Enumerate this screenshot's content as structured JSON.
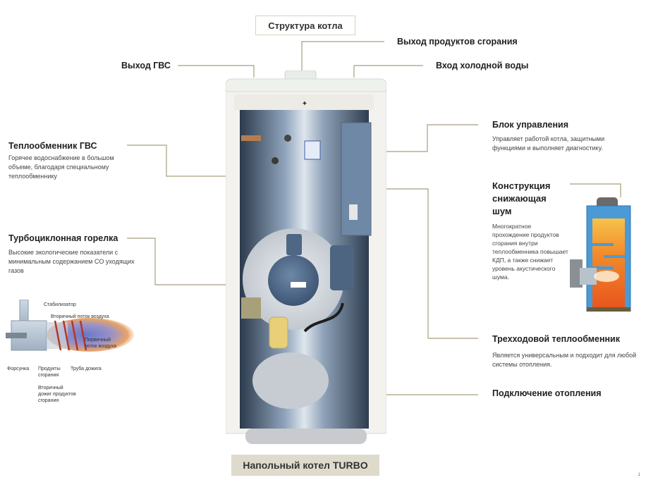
{
  "title": "Структура котла",
  "product_label": "Напольный котел TURBO",
  "colors": {
    "leader_line": "#a69f7d",
    "bottom_banner": "#dedbcd",
    "title_border": "#d8d2bf"
  },
  "top_labels": {
    "hot_water_out": "Выход ГВС",
    "flue_out": "Выход продуктов сгорания",
    "cold_water_in": "Вход холодной воды"
  },
  "left_callouts": [
    {
      "title": "Теплообменник ГВС",
      "desc_lines": [
        "Горячее водоснабжение в большом",
        "объеме, благодаря специальному",
        "теплообменнику"
      ]
    },
    {
      "title": "Турбоциклонная горелка",
      "desc_lines": [
        "Высокие экологические показатели с",
        "минимальным содержанием CO уходящих",
        "газов"
      ]
    }
  ],
  "right_callouts": [
    {
      "title": "Блок управления",
      "desc_lines": [
        "Управляет работой котла, защитными",
        "функциями и выполняет диагностику."
      ]
    },
    {
      "title_lines": [
        "Конструкция",
        "снижающая",
        "шум"
      ],
      "desc_lines": [
        "Многократное",
        "прохождение продуктов",
        "сгорания внутри",
        "теплообменника повышает",
        "КДП, а также снижает",
        "уровень акустического",
        "шума."
      ]
    },
    {
      "title": "Трехходовой теплообменник",
      "desc_lines": [
        "Является универсальным и подходит для любой",
        "системы отопления."
      ]
    },
    {
      "title": "Подключение отопления"
    }
  ],
  "burner_diagram": {
    "stabilizer": "Стабилизатор",
    "secondary_air": "Вторичный поток воздуха",
    "primary_air_lines": [
      "Первичный",
      "поток воздуха"
    ],
    "nozzle": "Форсунка",
    "combustion_products_lines": [
      "Продукты",
      "сгорания"
    ],
    "afterburn_tube": "Труба дожига",
    "secondary_afterburn_lines": [
      "Вторичный",
      "дожиг продуктов",
      "сгорания"
    ]
  },
  "page_number": "1"
}
